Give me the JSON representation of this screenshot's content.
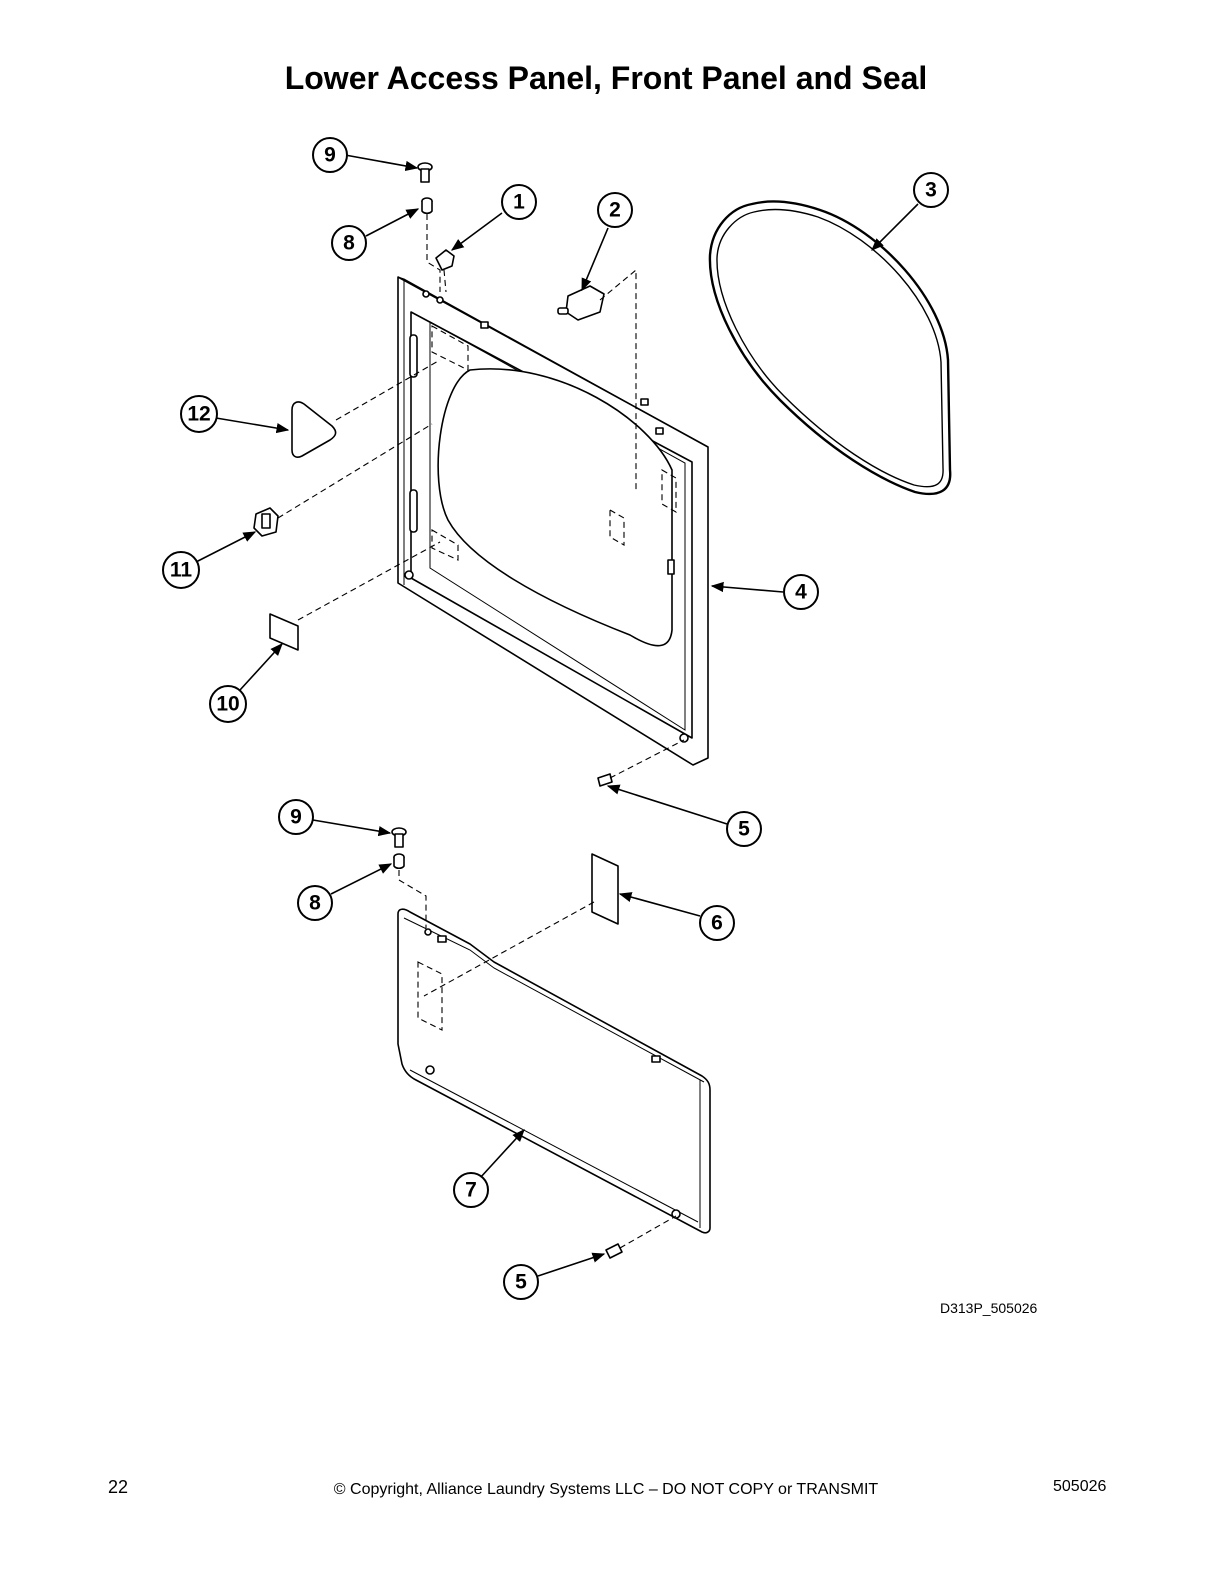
{
  "title": "Lower Access Panel, Front Panel and Seal",
  "drawing_code": "D313P_505026",
  "footer": {
    "page_number": "22",
    "copyright": "© Copyright, Alliance Laundry Systems LLC – DO NOT COPY or TRANSMIT",
    "doc_number": "505026"
  },
  "callouts": {
    "c9a": "9",
    "c8a": "8",
    "c1": "1",
    "c2": "2",
    "c3": "3",
    "c12": "12",
    "c11": "11",
    "c10": "10",
    "c4": "4",
    "c5a": "5",
    "c9b": "9",
    "c8b": "8",
    "c6": "6",
    "c7": "7",
    "c5b": "5"
  }
}
